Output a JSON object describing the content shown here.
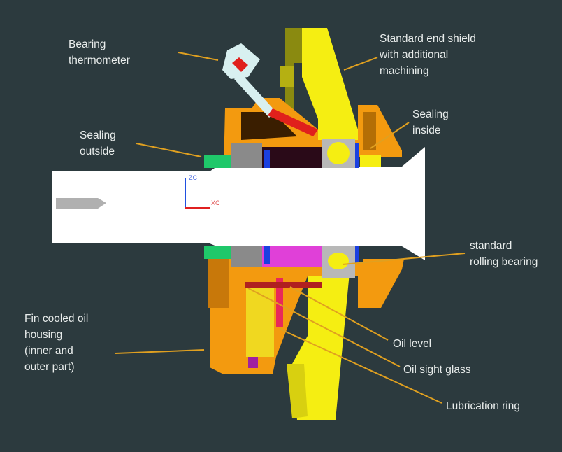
{
  "labels": {
    "bearing_thermometer": [
      "Bearing",
      "thermometer"
    ],
    "end_shield": [
      "Standard end shield",
      "with additional",
      "machining"
    ],
    "sealing_inside": [
      "Sealing",
      "inside"
    ],
    "sealing_outside": [
      "Sealing",
      "outside"
    ],
    "rolling_bearing": [
      "standard",
      "rolling bearing"
    ],
    "oil_housing": [
      "Fin cooled oil",
      "housing",
      "(inner and",
      "outer part)"
    ],
    "oil_level": "Oil level",
    "oil_sight_glass": "Oil sight glass",
    "lubrication_ring": "Lubrication ring"
  },
  "axes": {
    "z": "ZC",
    "x": "XC"
  },
  "colors": {
    "background": "#2c3a3e",
    "housing": "#f39a0f",
    "end_shield": "#f5ee12",
    "shaft": "#ffffff",
    "arrow": "#e0a020",
    "thermometer": "#d8f0f0",
    "seal_outside": "#1fc86a"
  }
}
